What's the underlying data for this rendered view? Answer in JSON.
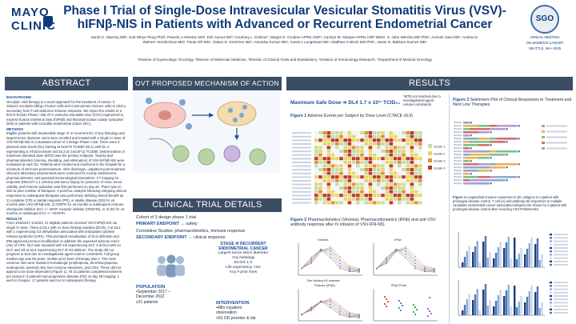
{
  "header": {
    "logo_line1": "MAYO",
    "logo_line2": "CLINIC",
    "title_line1": "Phase I Trial of Single-Dose Intravesicular Vesicular Stomatitis Virus (VSV)-",
    "title_line2": "hIFNβ-NIS in Patients with Advanced or Recurrent Endometrial Cancer",
    "authors_line1": "Sarah K. Warring MD¹, Kah-Whye Peng PhD², Pamela J Atherton MS³, Erik Asmus BS³, Courtney L. Erskine⁴, Megan E. Grudem APRN CNP¹, Carolyn M. Klampe APRN CNP MSN¹, S. John Weroha MD PhD¹, Aminah Jatoi MD¹, Andrea E.",
    "authors_line2": "Wahner Hendrickson MD¹, Paula Gill MD¹, Glaser E. Gretchen MD¹, Amanika Kumar MD¹, Carrie L Langstraat MD¹, Matthew S Block MD PhD¹, Jamie N. Bakkum-Gamez MD¹",
    "affiliations": "¹Division of Gynecologic Oncology, ²Division of Molecular Medicine, ³Division of Clinical Trials and Biostatistics, ⁴Division of Immunology Research, ⁵Department of Medical Oncology",
    "sgo_mark": "SGO",
    "sgo_line1": "ANNUAL MEETING",
    "sgo_line2": "ON WOMEN'S CANCER",
    "sgo_line3": "SEATTLE, WA • 2025"
  },
  "sections": {
    "abstract": "ABSTRACT",
    "mechanism": "OVT PROPOSED MECHANISM OF ACTION",
    "design": "CLINICAL TRIAL DETAILS",
    "results": "RESULTS"
  },
  "abstract": {
    "background_head": "BACKGROUND",
    "background": "Oncolytic viral therapy is a novel approach for the treatment of cancer. It induces oncolysis killing of tumor cells and cross-primes immune cells to elicit a secondary host T-cell antitumor immune response. We report the results of a first in-human Phase I trial of IV vesicular stomatitis virus (VSV) engineered to express human interferon beta (hIFNβ) and thyroidal sodium iodide symporter (NIS) in patients with incurable endometrial cancer (EC).",
    "methods_head": "METHODS",
    "methods": "Eligible patients with measurable stage IV or recurrent EC of any histology and largest tumor diameter ≤5cm were enrolled and treated with a single IV dose of VSV-hIFNβ-NIS in a standard cohort of 3 design Phase I trial. There were 3 planned dose-levels (DL) starting at 5x10^9 TCID50 (DL1) with DL-2 representing a 3-fold increase and DL3 at 3.5x10^11 TCID50. Determination of maximum tolerated dose (MTD) was the primary endpoint. Toxicity and pharmacokinetics (viremia, shedding, and elimination) of VSV-hIFNβ-NIS were evaluated at each DL. Patients were treated and monitored in the hospital for a minimum of 48 hours post-treatment. After discharge, outpatient post-treatment clinical & laboratory assessments were continued for toxicity assessment, pharmacokinetics, and potential immunological biomarkers. CT imaging for response (RECIST 1.1 criteria) and tumor biopsy for presence of virus, tumor viability, and immune activation was first performed on day 29. There was no limit to prior number of therapies. A post-hoc analysis following intriguing clinical responses to subsequent therapies was performed, defining clinical benefit as 1) complete (CR) or partial response (PR), or stable disease (SD) for ≥6 months after VSV-hIFNβ-NIS, 2) CR/PR for ≥6 months to subsequent immune checkpoint inhibitor (ICI) +/- VEGF receptor inhibitor (VEGFRi), or 3) SD for ≥6 months on subsequent ICI +/- VEGFRi.",
    "results_head": "RESULTS",
    "results": "From 3/15/2017-1/10/23, 21 eligible patients received VSV-hIFNβ-NIS via single IV dose. Three at DL1 with no dose limiting toxicities (DLTs), 3 at DL2 with 1 experiencing G3 dehydration associated with anticipated cytokine release syndrome (CRS). This prompted reevaluation of DL3 definition and IRB-approved protocol modification to address the expected adverse event (AE) of CRS. DL2 was repeated with 1/6 experiencing DLT; 3 at DL3 with no DLT; and 1/6 at DL4 experiencing DLT of G3 delirium. The study did not progress to DL5 due to investigational agent volume constraints. Full group median age was 65 years, median prior lines of therapy was 2. The most common AEs were transient hematologic lymphopenia, thrombocytopenia, neutropenia, anemia) AEs, liver enzyme elevations, and CRS. These did not appear to be dose-dependent (Figure 1). All 21 patients completed treatment per protocol; 3 patients had progressive disease (PD) on day 29 imaging; 1 went to hospice; 17 patients went on to subsequent therapy."
  },
  "design": {
    "cohort": "Cohort of 3 design phase 1 trial",
    "primary_label": "PRIMARY ENDPOINT",
    "primary_value": "→ safety",
    "correlative": "Correlative Studies: pharmacokinetics, immune response",
    "secondary_label": "SECONDARY ENDPOINT",
    "secondary_value": "→ clinical response",
    "stage_head1": "STAGE 4/ RECURRENT",
    "stage_head2": "ENDOMETRIAL CANCER",
    "stage_l1": "Largest tumor ≤5cm diameter",
    "stage_l2": "Any histology",
    "stage_l3": "ECOG 1-2",
    "stage_l4": "Life expectancy >3m",
    "stage_l5": "Any # prior lines",
    "pop_head": "POPULATION",
    "pop_l1": "•September 2017 –",
    "pop_l2": "December 2022",
    "pop_l3": "≥21 patients",
    "int_head": "INTERVENTION",
    "int_l1": "•48hr inpatient",
    "int_l2": "observation",
    "int_l3": "•SS OD provider & lab"
  },
  "results": {
    "mtd_label": "Maximum Safe Dose",
    "mtd_value": "DL4 1.7 x 10¹¹ TCID₅₀",
    "mtd_note": "*MTD not reached due to investigational agent volume constraints",
    "fig1_num": "Figure 1",
    "fig1_cap": "Adverse Events per Subject by Dose Level (CTACE v5.0)",
    "fig2_num": "Figure 2",
    "fig2_cap": "Pharmacokinetics (Viremia), Pharmacodynamics (IFNb) and anti-VSV antibody response after IV infusion of VSV-IFN-NIS",
    "fig3_num": "Figure 3",
    "fig3_cap": "Swimmers Plot of Clinical Responses to Treatment and Next Line Therapies",
    "fig4_num": "Figure 4",
    "fig4_cap": "Longitudinal immune responses to EC antigens in a patient with prolonged disease control. T cell (A) and antibody (B) responses to multiple candidate endometrial cancer-associated antigens are shown for a patient with prolonged disease control after receiving VSV-IFNbeta-NIS.",
    "fig2_panel_a": "Viremia",
    "fig2_panel_b": "IFNb",
    "fig2_panel_c": "Plasma (IFNβ)",
    "fig2_panel_d": "IFNβ Peak",
    "fig2_xlabel": "Time following IVV treatment",
    "grade_legend": [
      "Grade 1",
      "Grade 2",
      "Grade 3",
      "Grade 4"
    ]
  },
  "colors": {
    "navy": "#0f3a78",
    "section_bar": "#3a4d63",
    "accent": "#1f4f9a",
    "grade1": "#c7dca4",
    "grade2": "#e9d56a",
    "grade3": "#e0913e",
    "grade4": "#c0392b"
  }
}
